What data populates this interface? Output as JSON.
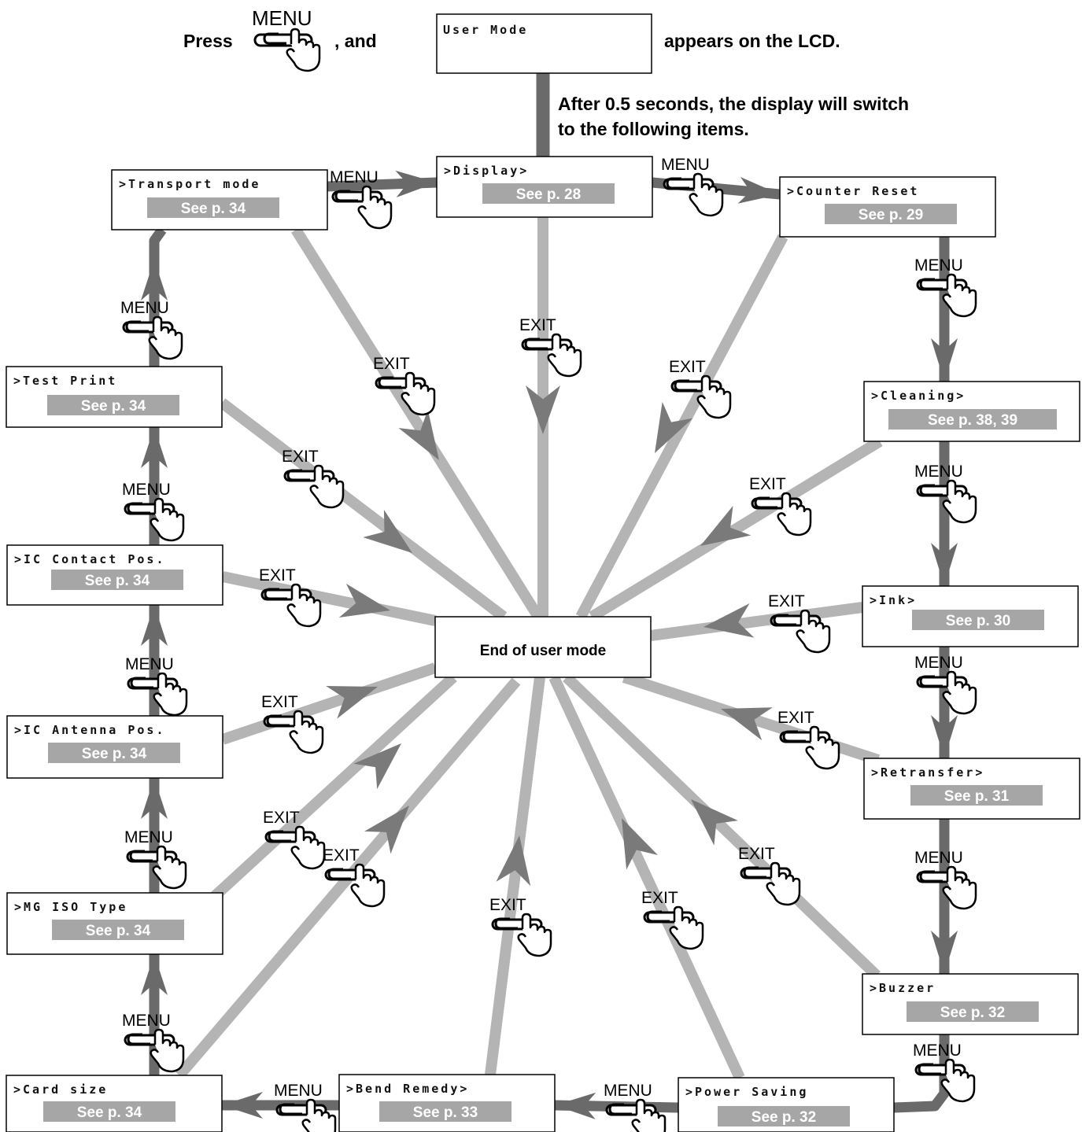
{
  "intro": {
    "press": "Press",
    "menu_label": "MENU",
    "and": ", and",
    "lcd_text": "User Mode",
    "appears": "appears on the LCD.",
    "after_line1": "After 0.5 seconds, the display will switch",
    "after_line2": "to the following items."
  },
  "end_box": "End of user mode",
  "buttons": {
    "menu": "MENU",
    "exit": "EXIT"
  },
  "items": [
    {
      "key": "display",
      "title": ">Display>",
      "see": "See p. 28"
    },
    {
      "key": "counter-reset",
      "title": ">Counter Reset",
      "see": "See p. 29"
    },
    {
      "key": "cleaning",
      "title": ">Cleaning>",
      "see": "See p. 38, 39"
    },
    {
      "key": "ink",
      "title": ">Ink>",
      "see": "See p. 30"
    },
    {
      "key": "retransfer",
      "title": ">Retransfer>",
      "see": "See p. 31"
    },
    {
      "key": "buzzer",
      "title": ">Buzzer",
      "see": "See p. 32"
    },
    {
      "key": "power-saving",
      "title": ">Power Saving",
      "see": "See p. 32"
    },
    {
      "key": "bend-remedy",
      "title": ">Bend Remedy>",
      "see": "See p. 33"
    },
    {
      "key": "card-size",
      "title": ">Card size",
      "see": "See p. 34"
    },
    {
      "key": "mg-iso-type",
      "title": ">MG ISO Type",
      "see": "See p. 34"
    },
    {
      "key": "ic-antenna-pos",
      "title": ">IC Antenna Pos.",
      "see": "See p. 34"
    },
    {
      "key": "ic-contact-pos",
      "title": ">IC Contact Pos.",
      "see": "See p. 34"
    },
    {
      "key": "test-print",
      "title": ">Test Print",
      "see": "See p. 34"
    },
    {
      "key": "transport-mode",
      "title": ">Transport mode",
      "see": "See p. 34"
    }
  ],
  "colors": {
    "dark_arrow": "#6a6a6a",
    "light_arrow": "#b4b4b4",
    "exit_arrowhead": "#7a7a7a",
    "see_fill": "#a6a6a6"
  }
}
